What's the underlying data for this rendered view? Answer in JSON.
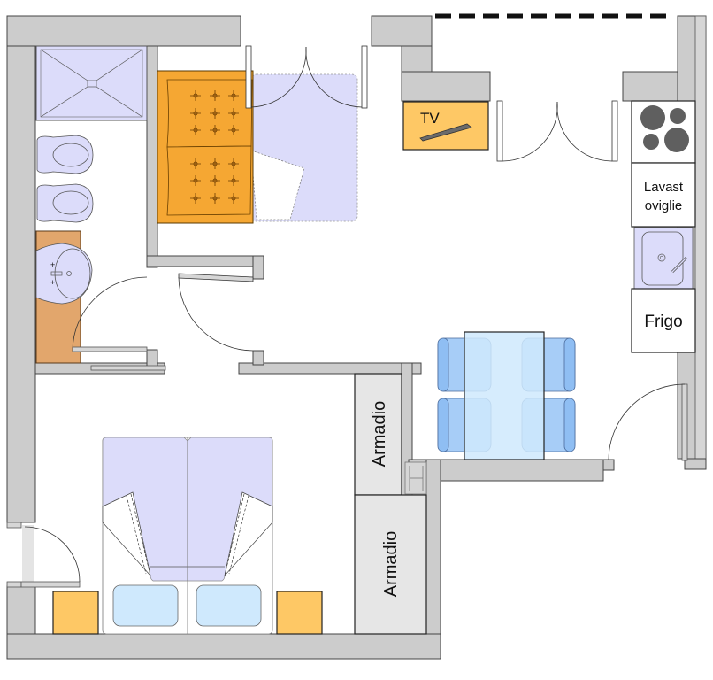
{
  "plan": {
    "colors": {
      "wall": "#cccccc",
      "sofa": "#f5a733",
      "tv_stand": "#fec865",
      "lavender": "#dcdcfa",
      "wood": "#e2a66c",
      "table": "#cfe9fd",
      "chair": "#a7cdf7",
      "nightstand": "#fec865",
      "wardrobe": "#e6e6e6",
      "hob_burner": "#5f5f5f"
    },
    "labels": {
      "tv": "TV",
      "dishwasher_line1": "Lavast",
      "dishwasher_line2": "oviglie",
      "fridge": "Frigo",
      "wardrobe_top": "Armadio",
      "wardrobe_bottom": "Armadio"
    },
    "icons": {
      "shower": "shower-tray-icon",
      "toilet": "toilet-icon",
      "bidet": "bidet-icon",
      "washbasin": "washbasin-icon",
      "sofa_bed": "sofa-bed-icon",
      "tv": "tv-icon",
      "hob": "hob-icon",
      "sink": "kitchen-sink-icon",
      "table": "dining-table-icon",
      "chair": "chair-icon",
      "bed": "double-bed-icon",
      "door": "door-swing-icon",
      "balcony": "balcony-dashed-line-icon"
    }
  }
}
